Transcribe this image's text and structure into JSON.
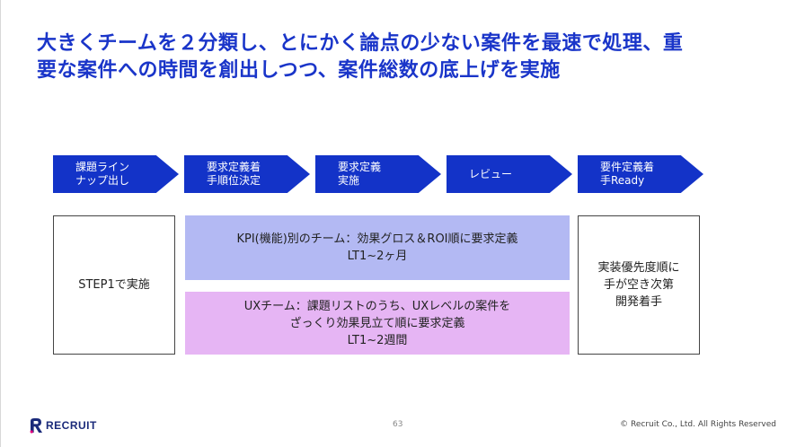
{
  "slide": {
    "title": "大きくチームを２分類し、とにかく論点の少ない案件を最速で処理、重\n要な案件への時間を創出しつつ、案件総数の底上げを実施"
  },
  "flow": {
    "steps": [
      {
        "label": "課題ライン\nナップ出し"
      },
      {
        "label": "要求定義着\n手順位決定"
      },
      {
        "label": "要求定義\n実施"
      },
      {
        "label": "レビュー"
      },
      {
        "label": "要件定義着\n手Ready"
      }
    ]
  },
  "boxes": {
    "left": "STEP1で実施",
    "kpi": "KPI(機能)別のチーム：効果グロス＆ROI順に要求定義\nLT1~2ヶ月",
    "ux": "UXチーム：課題リストのうち、UXレベルの案件を\nざっくり効果見立て順に要求定義\nLT1~2週間",
    "right": "実装優先度順に\n手が空き次第\n開発着手"
  },
  "footer": {
    "logo_text": "RECRUIT",
    "page_number": "63",
    "copyright": "© Recruit Co., Ltd. All Rights Reserved"
  },
  "colors": {
    "title": "#1a35c9",
    "step_fill": "#1333c8",
    "kpi_fill": "#b3b9f3",
    "ux_fill": "#e6b5f4"
  }
}
